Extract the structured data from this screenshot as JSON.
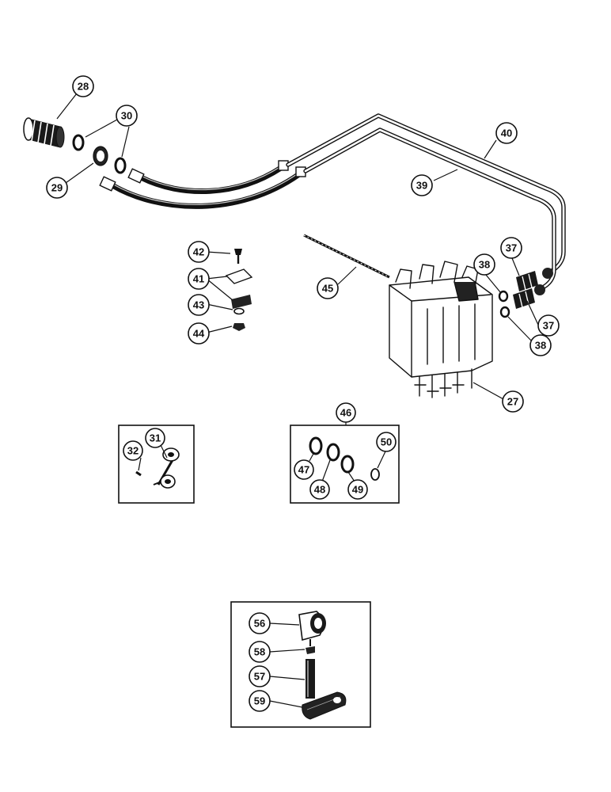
{
  "callouts": {
    "c27": "27",
    "c28": "28",
    "c29": "29",
    "c30": "30",
    "c31": "31",
    "c32": "32",
    "c37a": "37",
    "c37b": "37",
    "c38a": "38",
    "c38b": "38",
    "c39": "39",
    "c40": "40",
    "c41": "41",
    "c42": "42",
    "c43": "43",
    "c44": "44",
    "c45": "45",
    "c46": "46",
    "c47": "47",
    "c48": "48",
    "c49": "49",
    "c50": "50",
    "c56": "56",
    "c57": "57",
    "c58": "58",
    "c59": "59"
  },
  "colors": {
    "ink": "#111111",
    "paper": "#ffffff"
  }
}
